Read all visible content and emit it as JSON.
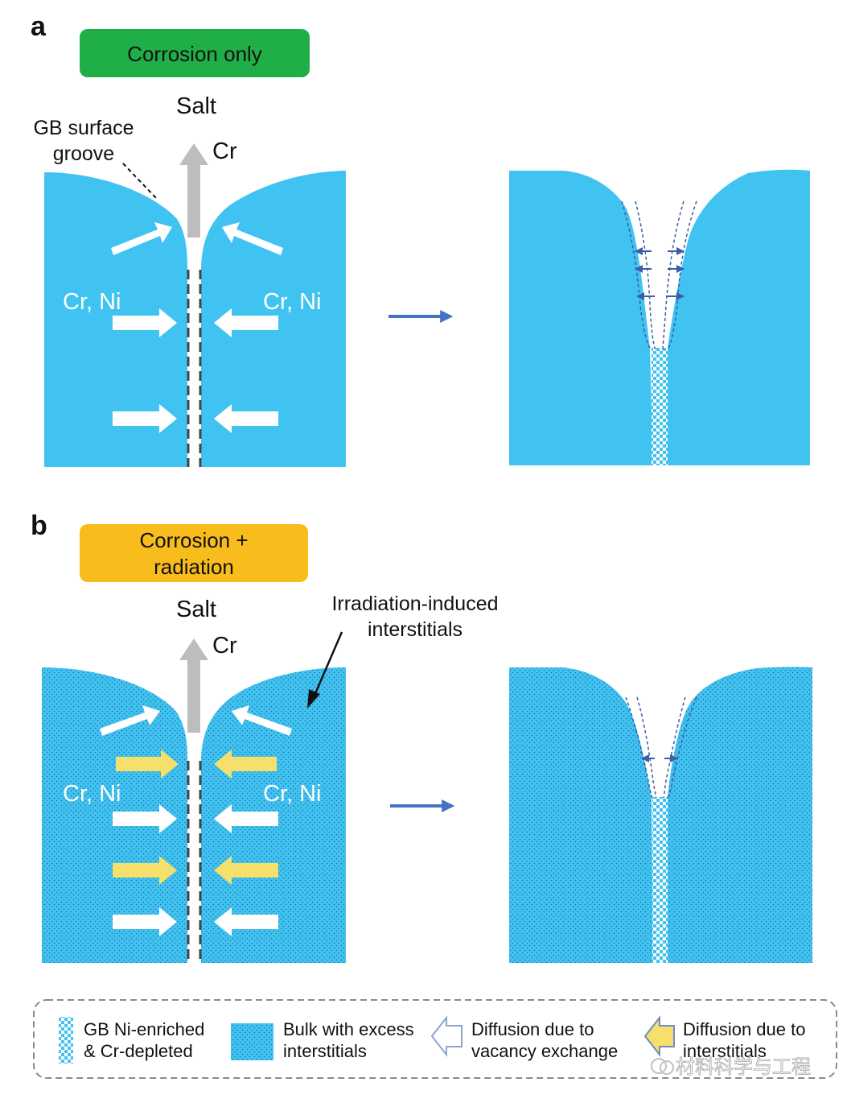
{
  "panel_a": {
    "letter": "a",
    "badge": "Corrosion only",
    "salt": "Salt",
    "cr": "Cr",
    "groove_label_1": "GB surface",
    "groove_label_2": "groove",
    "left_label": "Cr, Ni",
    "right_label": "Cr, Ni"
  },
  "panel_b": {
    "letter": "b",
    "badge_line1": "Corrosion +",
    "badge_line2": "radiation",
    "salt": "Salt",
    "cr": "Cr",
    "interstitial_label_1": "Irradiation-induced",
    "interstitial_label_2": "interstitials",
    "left_label": "Cr, Ni",
    "right_label": "Cr, Ni"
  },
  "legend": {
    "item1_line1": "GB Ni-enriched",
    "item1_line2": "& Cr-depleted",
    "item2_line1": "Bulk with excess",
    "item2_line2": "interstitials",
    "item3_line1": "Diffusion due to",
    "item3_line2": "vacancy exchange",
    "item4_line1": "Diffusion due to",
    "item4_line2": "interstitials"
  },
  "watermark": "材料科学与工程",
  "colors": {
    "metal": "#41c3f2",
    "green_badge": "#1fae47",
    "yellow_badge": "#f9bc1d",
    "process_arrow": "#4472c4",
    "yellow_arrow": "#f6df6b"
  }
}
